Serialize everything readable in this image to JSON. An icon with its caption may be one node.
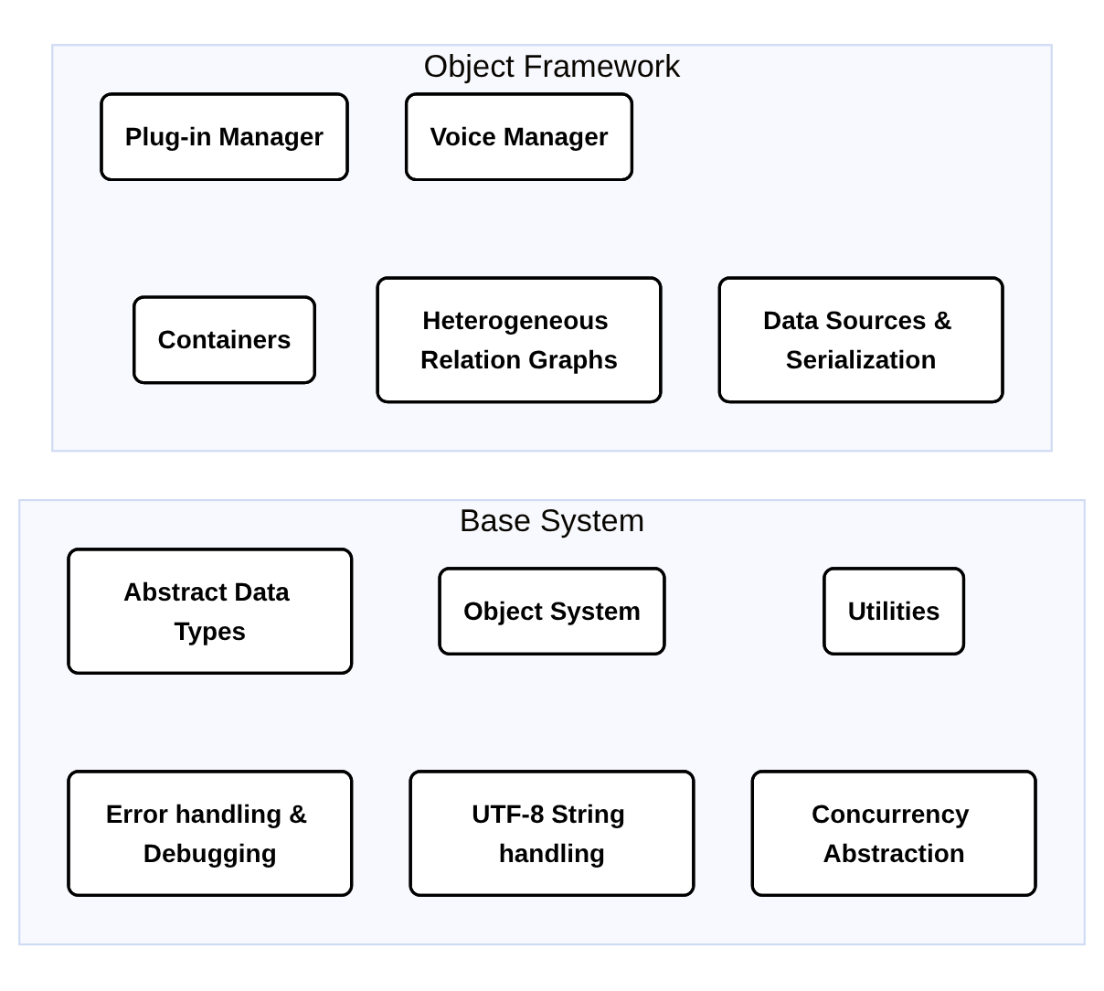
{
  "diagram": {
    "nodes": [
      {
        "text": [
          "Object Framework"
        ]
      },
      {
        "text": [
          "Plug-in Manager"
        ],
        "in": 0
      },
      {
        "text": [
          "Voice Manager"
        ],
        "in": 0
      },
      {
        "text": [
          "Containers"
        ],
        "in": 0
      },
      {
        "text": [
          "Heterogeneous Relation Graphs"
        ],
        "in": 0
      },
      {
        "text": [
          "Data Sources & Serialization"
        ],
        "in": 0
      },
      {
        "text": [
          "Base System"
        ]
      },
      {
        "text": [
          "Abstract Data Types"
        ],
        "in": 6
      },
      {
        "text": [
          "Object System"
        ],
        "in": 6
      },
      {
        "text": [
          "Utilities"
        ],
        "in": 6
      },
      {
        "text": [
          "Error handling & Debugging"
        ],
        "in": 6
      },
      {
        "text": [
          "UTF-8 String handling"
        ],
        "in": 6
      },
      {
        "text": [
          "Concurrency Abstraction"
        ],
        "in": 6
      }
    ],
    "edges": []
  }
}
